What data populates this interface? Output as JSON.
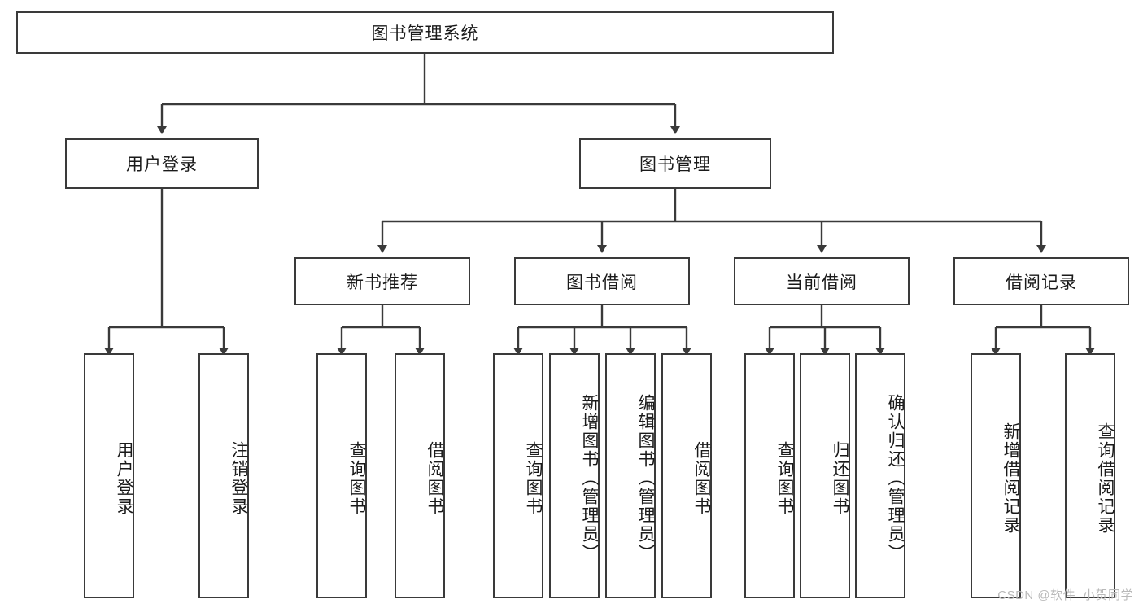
{
  "diagram": {
    "title_node": {
      "label": "图书管理系统"
    },
    "level2": [
      {
        "id": "user-login",
        "label": "用户登录"
      },
      {
        "id": "book-management",
        "label": "图书管理"
      }
    ],
    "level3": [
      {
        "id": "new-book-recommend",
        "label": "新书推荐"
      },
      {
        "id": "book-borrow",
        "label": "图书借阅"
      },
      {
        "id": "current-borrow",
        "label": "当前借阅"
      },
      {
        "id": "borrow-record",
        "label": "借阅记录"
      }
    ],
    "leaves": [
      {
        "id": "leaf-user-login",
        "label": "用户登录"
      },
      {
        "id": "leaf-logout-login",
        "label": "注销登录"
      },
      {
        "id": "leaf-query-book-1",
        "label": "查询图书"
      },
      {
        "id": "leaf-borrow-book-1",
        "label": "借阅图书"
      },
      {
        "id": "leaf-query-book-2",
        "label": "查询图书"
      },
      {
        "id": "leaf-add-book",
        "label": "新增图书（管理员）"
      },
      {
        "id": "leaf-edit-book",
        "label": "编辑图书（管理员）"
      },
      {
        "id": "leaf-borrow-book-2",
        "label": "借阅图书"
      },
      {
        "id": "leaf-query-book-3",
        "label": "查询图书"
      },
      {
        "id": "leaf-return-book",
        "label": "归还图书"
      },
      {
        "id": "leaf-confirm-return",
        "label": "确认归还（管理员）"
      },
      {
        "id": "leaf-add-borrow-record",
        "label": "新增借阅记录"
      },
      {
        "id": "leaf-query-borrow-record",
        "label": "查询借阅记录"
      }
    ]
  },
  "watermark": {
    "text": "CSDN @软件_小贺同学"
  },
  "colors": {
    "stroke": "#3a3a3a",
    "fill": "#ffffff",
    "text": "#1a1a1a",
    "watermark": "#b9b9b9"
  }
}
